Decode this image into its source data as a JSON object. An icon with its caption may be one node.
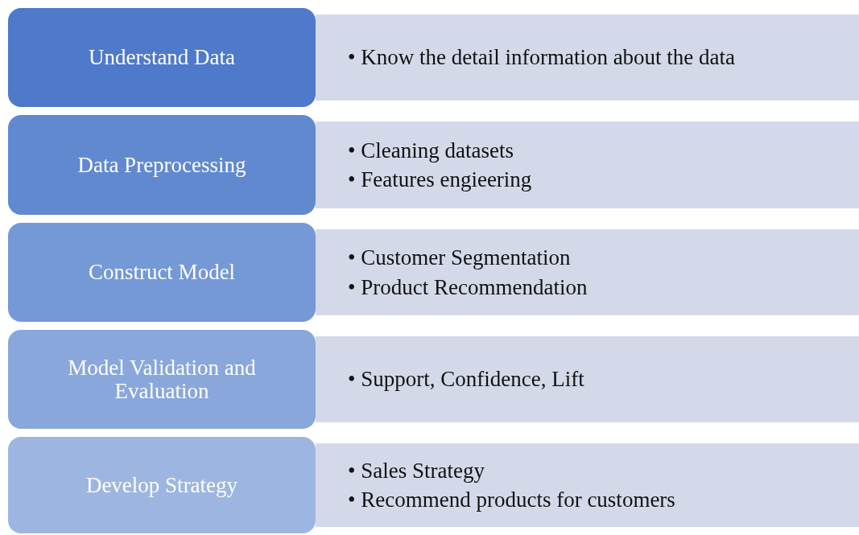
{
  "diagram": {
    "nodes": [
      {
        "text": [
          "Understand Data"
        ]
      },
      {
        "text": [
          "• Know the detail information about the data"
        ]
      },
      {
        "text": [
          "Data Preprocessing"
        ]
      },
      {
        "text": [
          "• Cleaning datasets",
          "• Features engieering"
        ]
      },
      {
        "text": [
          "Construct Model"
        ]
      },
      {
        "text": [
          "• Customer Segmentation",
          "• Product Recommendation"
        ]
      },
      {
        "text": [
          "Model Validation and Evaluation"
        ]
      },
      {
        "text": [
          "• Support, Confidence, Lift"
        ]
      },
      {
        "text": [
          "Develop Strategy"
        ]
      },
      {
        "text": [
          "• Sales Strategy",
          "• Recommend products for customers"
        ]
      }
    ]
  }
}
